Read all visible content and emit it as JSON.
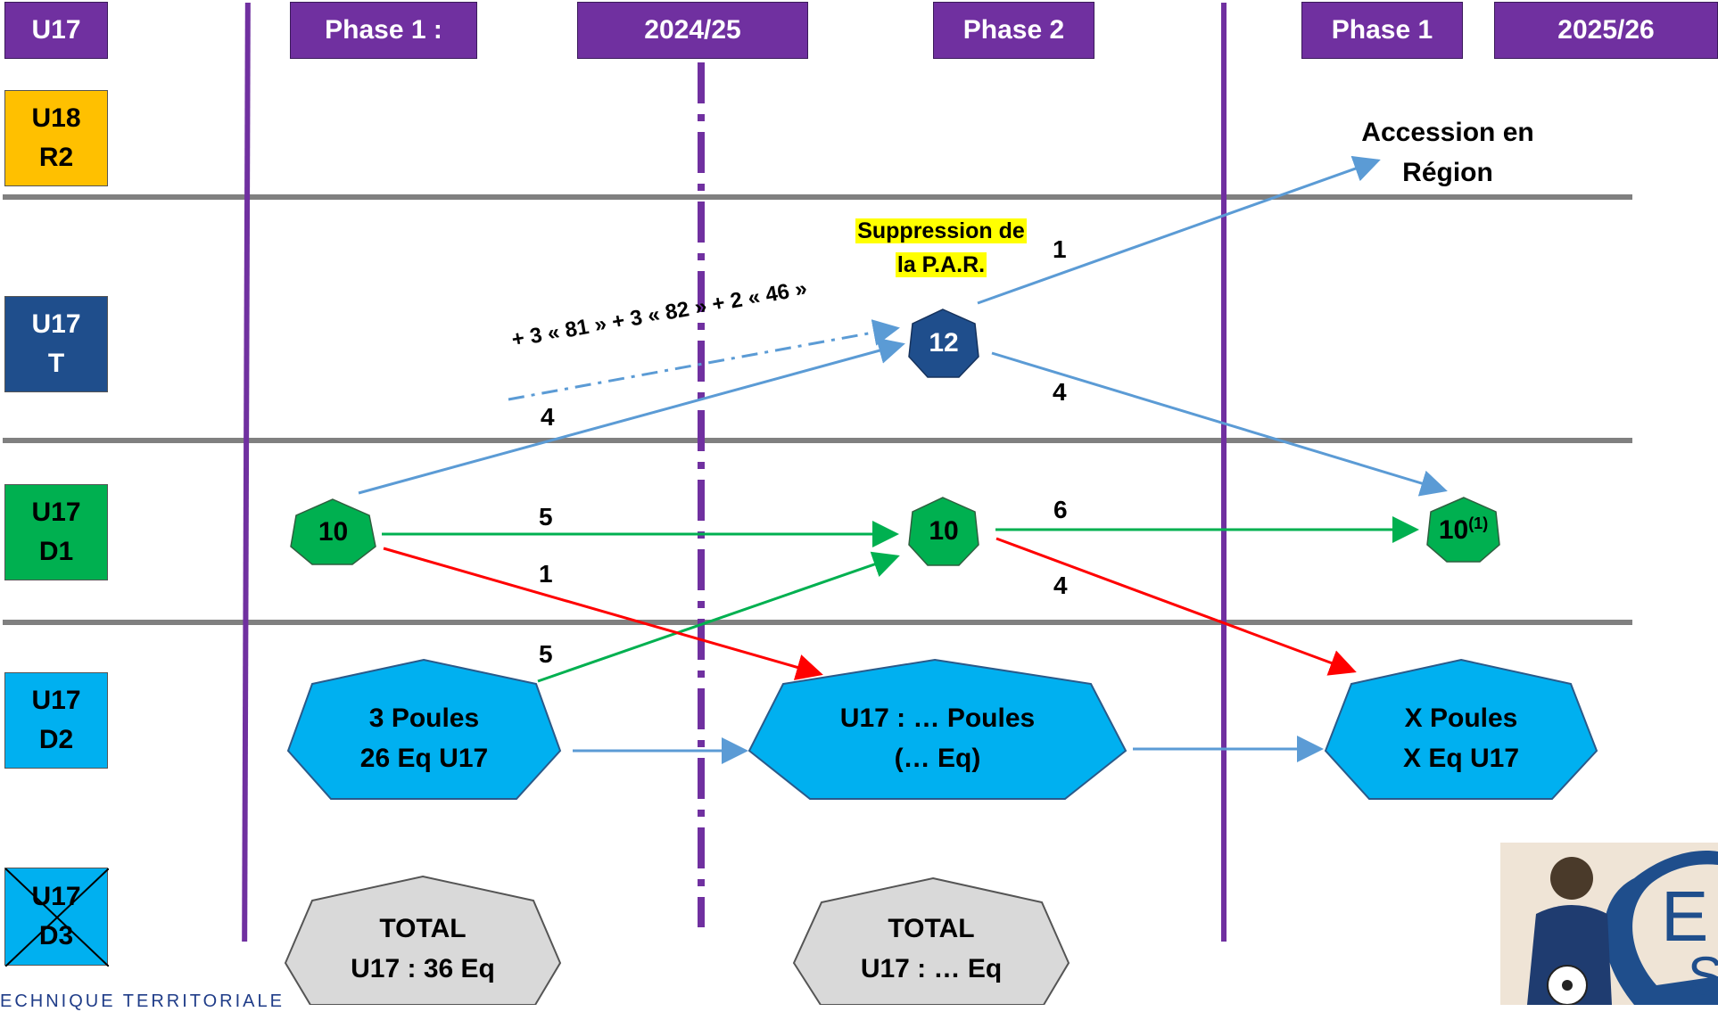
{
  "header": {
    "col0": "U17",
    "col1": "Phase 1 :",
    "col2": "2024/25",
    "col3": "Phase 2",
    "col4": "Phase 1",
    "col5": "2025/26"
  },
  "levels": {
    "u18": [
      "U18",
      "R2"
    ],
    "u17t": [
      "U17",
      "T"
    ],
    "u17d1": [
      "U17",
      "D1"
    ],
    "u17d2": [
      "U17",
      "D2"
    ],
    "u17d3": [
      "U17",
      "D3"
    ]
  },
  "nodes": {
    "phase1_d1": "10",
    "phase2_t": "12",
    "phase2_d1": "10",
    "next_d1": "10",
    "next_d1_sup": "(1)",
    "phase1_d2_l1": "3 Poules",
    "phase1_d2_l2": "26 Eq U17",
    "phase2_d2_l1": "U17 : … Poules",
    "phase2_d2_l2": "(… Eq)",
    "next_d2_l1": "X Poules",
    "next_d2_l2": "X Eq U17",
    "total1_l1": "TOTAL",
    "total1_l2": "U17 : 36 Eq",
    "total2_l1": "TOTAL",
    "total2_l2": "U17 : … Eq"
  },
  "annotations": {
    "accession_l1": "Accession en",
    "accession_l2": "Région",
    "suppression_l1": "Suppression de",
    "suppression_l2": "la P.A.R.",
    "dashed_label": "+ 3 « 81 »  + 3 « 82 » + 2 « 46 »",
    "footer": "ECHNIQUE TERRITORIALE"
  },
  "flows": {
    "to_region": "1",
    "t_down": "4",
    "d1_up": "4",
    "d1_stay": "5",
    "d1_down": "1",
    "d2_up": "5",
    "p2_d1_stay": "6",
    "p2_d1_down": "4"
  },
  "colors": {
    "purple": "#7030a0",
    "u18": "#ffc000",
    "t": "#1f4e8c",
    "d1": "#00b050",
    "d2": "#00b0f0",
    "total": "#d9d9d9",
    "blue_arrow": "#5b9bd5",
    "green_arrow": "#00b050",
    "red_arrow": "#ff0000"
  }
}
